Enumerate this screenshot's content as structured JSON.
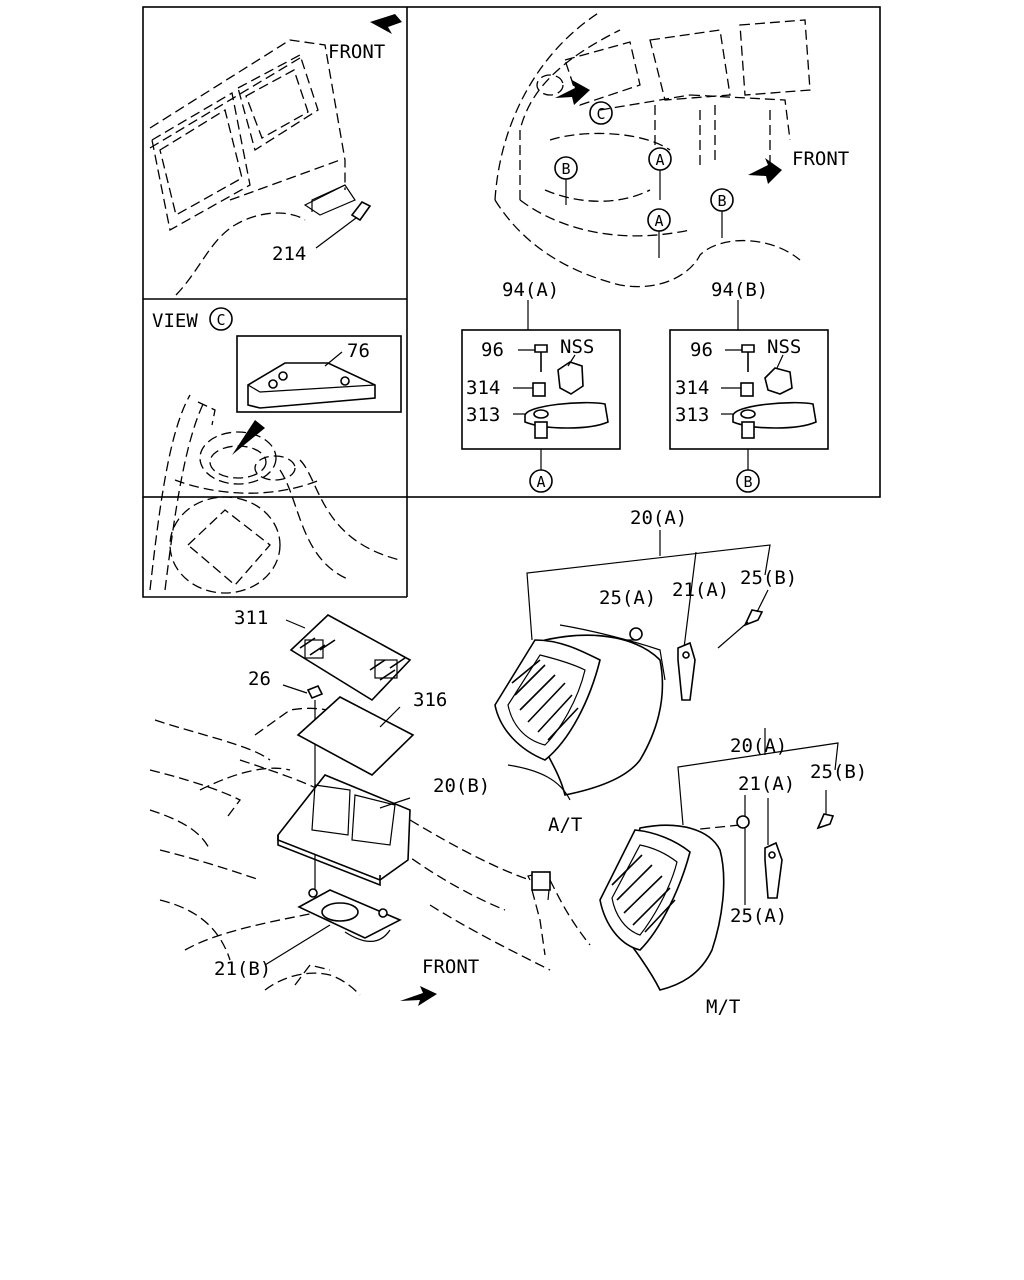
{
  "labels": {
    "front_top_left": "FRONT",
    "part_214": "214",
    "view_c": "VIEW",
    "circle_c": "C",
    "part_76": "76",
    "front_top_right": "FRONT",
    "ref_a": "A",
    "ref_b": "B",
    "part_94a": "94(A)",
    "part_94b": "94(B)",
    "part_96": "96",
    "nss": "NSS",
    "part_314": "314",
    "part_313": "313",
    "part_20a": "20(A)",
    "part_25a": "25(A)",
    "part_21a": "21(A)",
    "part_25b": "25(B)",
    "part_311": "311",
    "part_26": "26",
    "part_316": "316",
    "part_20b": "20(B)",
    "at": "A/T",
    "mt": "M/T",
    "part_21b": "21(B)",
    "front_bottom": "FRONT"
  }
}
